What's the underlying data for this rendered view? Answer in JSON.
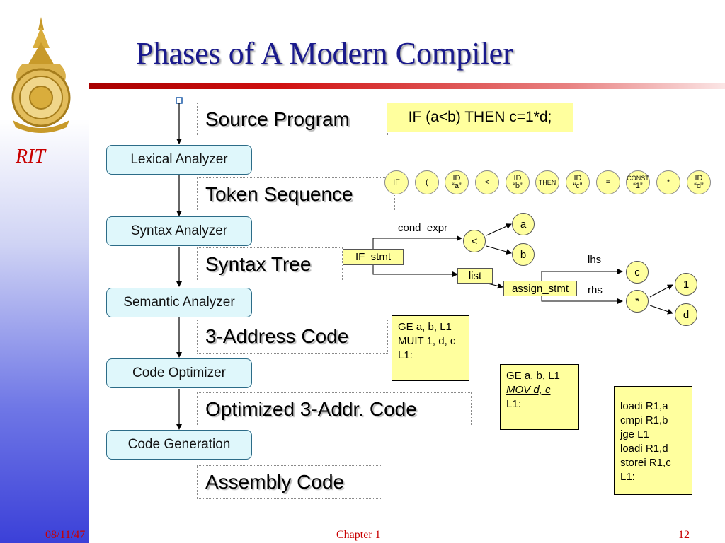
{
  "slide": {
    "title": "Phases of A Modern Compiler",
    "brand": "RIT"
  },
  "phases": [
    {
      "label": "Lexical Analyzer"
    },
    {
      "label": "Syntax Analyzer"
    },
    {
      "label": "Semantic Analyzer"
    },
    {
      "label": "Code Optimizer"
    },
    {
      "label": "Code Generation"
    }
  ],
  "artifacts": [
    {
      "label": "Source Program"
    },
    {
      "label": "Token Sequence"
    },
    {
      "label": "Syntax Tree"
    },
    {
      "label": "3-Address Code"
    },
    {
      "label": "Optimized 3-Addr. Code"
    },
    {
      "label": "Assembly Code"
    }
  ],
  "source_code": "IF (a<b) THEN c=1*d;",
  "tokens": [
    {
      "top": "",
      "bottom": "IF"
    },
    {
      "top": "",
      "bottom": "("
    },
    {
      "top": "ID",
      "bottom": "“a”"
    },
    {
      "top": "",
      "bottom": "<"
    },
    {
      "top": "ID",
      "bottom": "“b”"
    },
    {
      "top": "",
      "bottom": "THEN"
    },
    {
      "top": "ID",
      "bottom": "“c”"
    },
    {
      "top": "",
      "bottom": "="
    },
    {
      "top": "CONST",
      "bottom": "“1”"
    },
    {
      "top": "",
      "bottom": "*"
    },
    {
      "top": "ID",
      "bottom": "“d”"
    }
  ],
  "syntax_tree": {
    "root": "IF_stmt",
    "cond_label": "cond_expr",
    "lt": "<",
    "a": "a",
    "b": "b",
    "list": "list",
    "assign": "assign_stmt",
    "lhs_label": "lhs",
    "rhs_label": "rhs",
    "c": "c",
    "times": "*",
    "one": "1",
    "d": "d"
  },
  "three_address_code": [
    "GE a, b, L1",
    "MUIT 1, d, c",
    "L1:"
  ],
  "optimized_code": {
    "line1": "GE a, b, L1",
    "line2": "MOV d, c",
    "line3": "L1:"
  },
  "assembly_code": [
    "loadi R1,a",
    "cmpi R1,b",
    "jge L1",
    "loadi R1,d",
    "storei R1,c",
    "L1:"
  ],
  "footer": {
    "date": "08/11/47",
    "chapter": "Chapter 1",
    "page": "12"
  },
  "colors": {
    "title": "#1a1a8c",
    "accent_red": "#c80000",
    "phase_fill": "#dff7fb",
    "note_yellow": "#ffff9e"
  }
}
